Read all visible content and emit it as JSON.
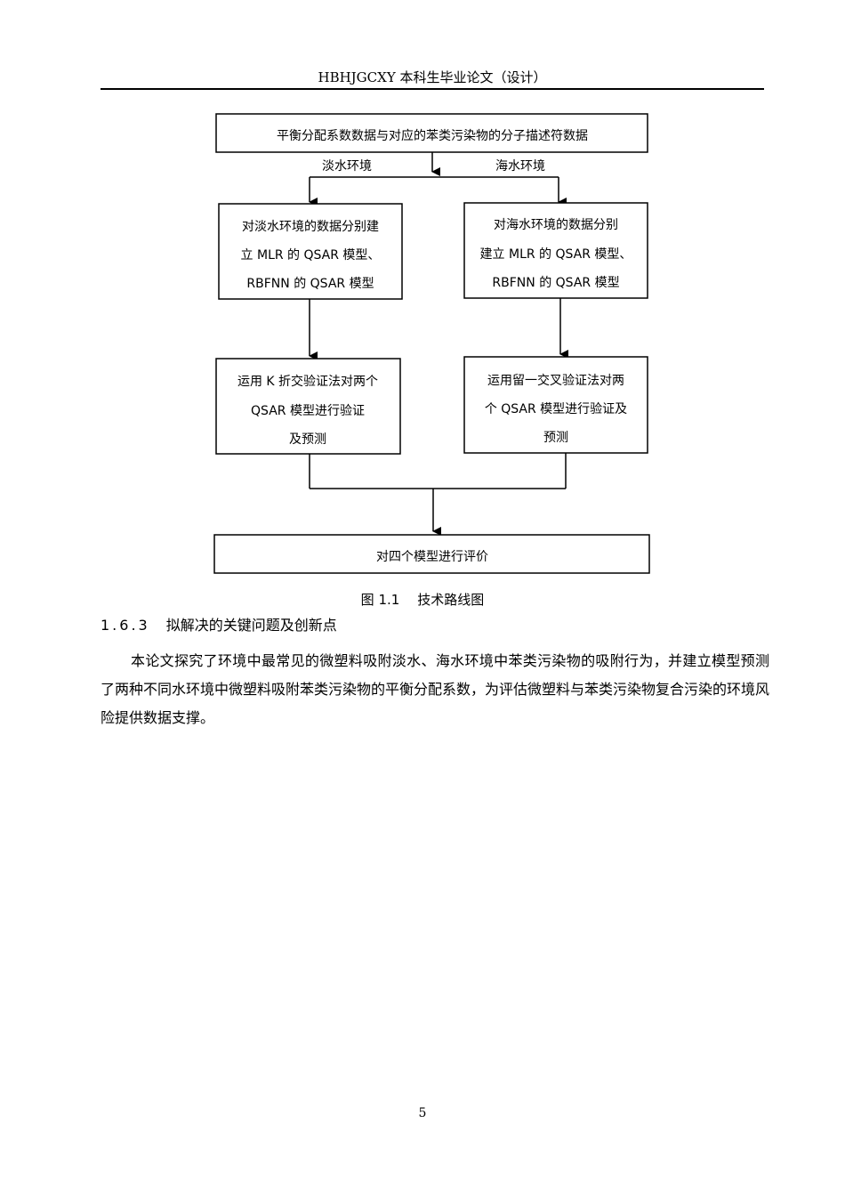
{
  "header": {
    "title": "HBHJGCXY 本科生毕业论文（设计）"
  },
  "flowchart": {
    "top_box": "平衡分配系数数据与对应的苯类污染物的分子描述符数据",
    "left_branch_label": "淡水环境",
    "right_branch_label": "海水环境",
    "left_model_box": [
      "对淡水环境的数据分别建",
      "立 MLR 的 QSAR 模型、",
      "RBFNN 的 QSAR 模型"
    ],
    "right_model_box": [
      "对海水环境的数据分别",
      "建立 MLR 的 QSAR 模型、",
      "RBFNN 的 QSAR 模型"
    ],
    "left_validation_box": [
      "运用 K 折交验证法对两个",
      "QSAR 模型进行验证",
      "及预测"
    ],
    "right_validation_box": [
      "运用留一交叉验证法对两",
      "个 QSAR 模型进行验证及",
      "预测"
    ],
    "bottom_box": "对四个模型进行评价"
  },
  "figure": {
    "number": "图 1.1",
    "title": "技术路线图"
  },
  "section": {
    "number": "1.6.3",
    "title": "拟解决的关键问题及创新点"
  },
  "paragraph": "本论文探究了环境中最常见的微塑料吸附淡水、海水环境中苯类污染物的吸附行为，并建立模型预测了两种不同水环境中微塑料吸附苯类污染物的平衡分配系数，为评估微塑料与苯类污染物复合污染的环境风险提供数据支撑。",
  "page_number": "5"
}
